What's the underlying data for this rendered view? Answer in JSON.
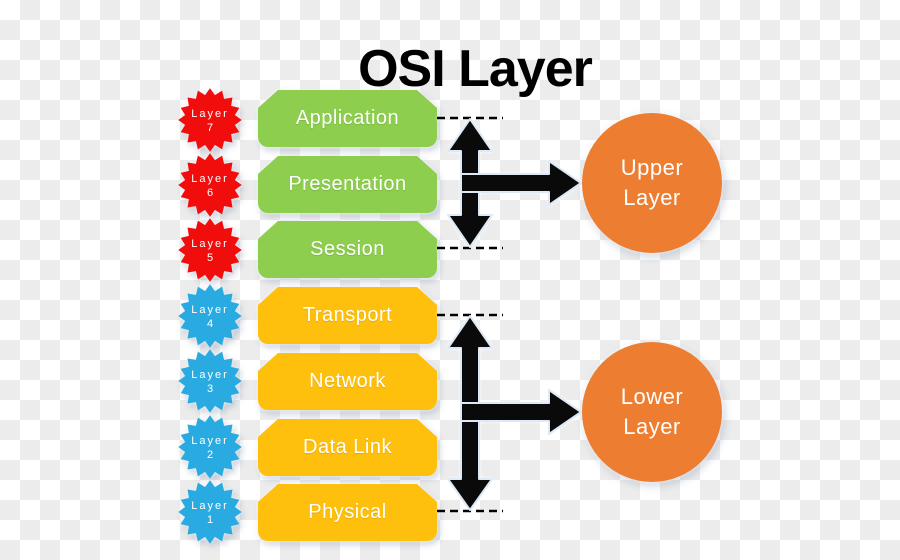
{
  "title": "OSI Layer",
  "colors": {
    "upper_layer_box": "#8DCE4E",
    "lower_layer_box": "#FFC00D",
    "upper_badge": "#F20D0D",
    "lower_badge": "#29ABE2",
    "group_circle": "#ED7D31",
    "arrow": "#0A0A0A",
    "text_on_shapes": "#FFFFFF",
    "title_text": "#000000",
    "checker_light": "#FFFFFF",
    "checker_dark": "#ECECEC"
  },
  "badges": [
    {
      "label": "Layer",
      "number": "7"
    },
    {
      "label": "Layer",
      "number": "6"
    },
    {
      "label": "Layer",
      "number": "5"
    },
    {
      "label": "Layer",
      "number": "4"
    },
    {
      "label": "Layer",
      "number": "3"
    },
    {
      "label": "Layer",
      "number": "2"
    },
    {
      "label": "Layer",
      "number": "1"
    }
  ],
  "layers": [
    {
      "name": "Application"
    },
    {
      "name": "Presentation"
    },
    {
      "name": "Session"
    },
    {
      "name": "Transport"
    },
    {
      "name": "Network"
    },
    {
      "name": "Data Link"
    },
    {
      "name": "Physical"
    }
  ],
  "groups": [
    {
      "line1": "Upper",
      "line2": "Layer"
    },
    {
      "line1": "Lower",
      "line2": "Layer"
    }
  ]
}
